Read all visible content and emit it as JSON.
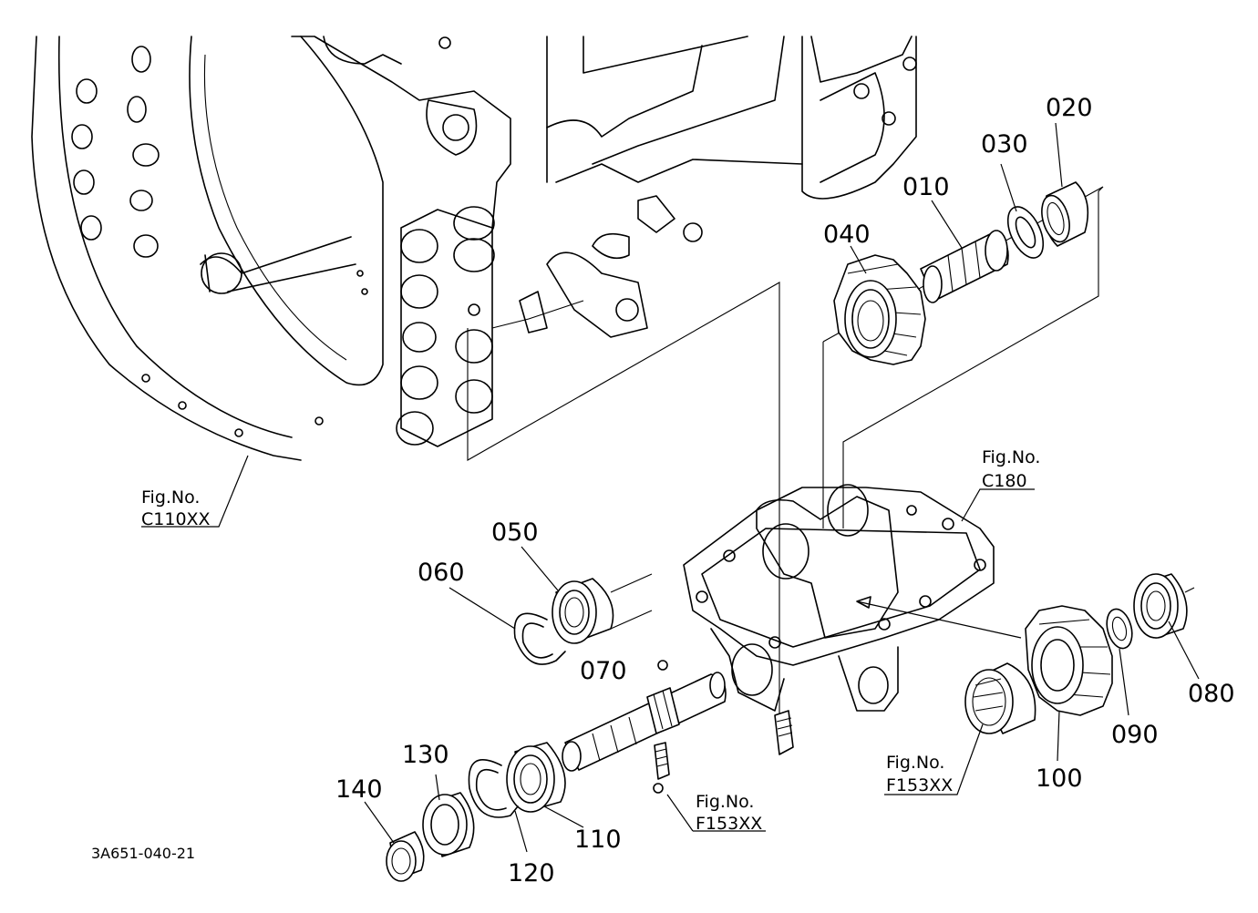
{
  "parts": [
    {
      "id": "p010",
      "label": "010"
    },
    {
      "id": "p020",
      "label": "020"
    },
    {
      "id": "p030",
      "label": "030"
    },
    {
      "id": "p040",
      "label": "040"
    },
    {
      "id": "p050",
      "label": "050"
    },
    {
      "id": "p060",
      "label": "060"
    },
    {
      "id": "p070",
      "label": "070"
    },
    {
      "id": "p080",
      "label": "080"
    },
    {
      "id": "p090",
      "label": "090"
    },
    {
      "id": "p100",
      "label": "100"
    },
    {
      "id": "p110",
      "label": "110"
    },
    {
      "id": "p120",
      "label": "120"
    },
    {
      "id": "p130",
      "label": "130"
    },
    {
      "id": "p140",
      "label": "140"
    }
  ],
  "figure_refs": {
    "c110": {
      "prefix": "Fig.No.",
      "code": "C110XX"
    },
    "c180": {
      "prefix": "Fig.No.",
      "code": "C180"
    },
    "f153_right": {
      "prefix": "Fig.No.",
      "code": "F153XX"
    },
    "f153_bottom": {
      "prefix": "Fig.No.",
      "code": "F153XX"
    }
  },
  "drawing_code": "3A651-040-21"
}
